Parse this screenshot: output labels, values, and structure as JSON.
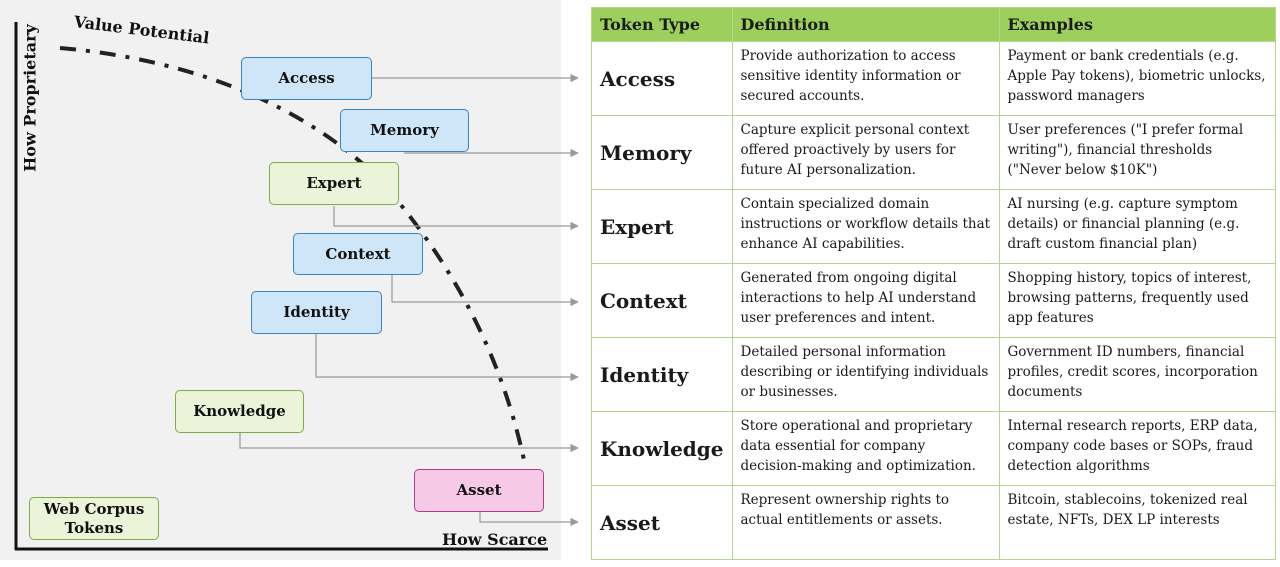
{
  "diagram": {
    "y_axis_label": "How Proprietary",
    "x_axis_label": "How Scarce",
    "curve_label": "Value Potential",
    "boxes": {
      "access": "Access",
      "memory": "Memory",
      "expert": "Expert",
      "context": "Context",
      "identity": "Identity",
      "knowledge": "Knowledge",
      "asset": "Asset",
      "web_corpus_line1": "Web Corpus",
      "web_corpus_line2": "Tokens"
    }
  },
  "table": {
    "headers": [
      "Token Type",
      "Definition",
      "Examples"
    ],
    "rows": [
      {
        "type": "Access",
        "definition": "Provide authorization to access sensitive identity information or secured accounts.",
        "examples": "Payment or bank credentials (e.g. Apple Pay tokens), biometric unlocks, password managers"
      },
      {
        "type": "Memory",
        "definition": "Capture explicit personal context offered proactively by users for future AI personalization.",
        "examples": "User preferences (\"I prefer formal writing\"), financial thresholds (\"Never below $10K\")"
      },
      {
        "type": "Expert",
        "definition": "Contain specialized domain instructions or workflow details that enhance AI capabilities.",
        "examples": "AI nursing (e.g. capture symptom details) or financial planning (e.g. draft custom financial plan)"
      },
      {
        "type": "Context",
        "definition": "Generated from ongoing digital interactions to help AI understand user preferences and intent.",
        "examples": "Shopping history, topics of interest, browsing patterns, frequently used app features"
      },
      {
        "type": "Identity",
        "definition": "Detailed personal information describing or identifying individuals or businesses.",
        "examples": "Government ID numbers, financial profiles, credit scores, incorporation documents"
      },
      {
        "type": "Knowledge",
        "definition": "Store operational and proprietary data essential for company decision-making and optimization.",
        "examples": "Internal research reports, ERP data, company code bases or SOPs, fraud detection algorithms"
      },
      {
        "type": "Asset",
        "definition": "Represent ownership rights to actual entitlements or assets.",
        "examples": "Bitcoin, stablecoins, tokenized real estate, NFTs, DEX LP interests"
      }
    ]
  }
}
